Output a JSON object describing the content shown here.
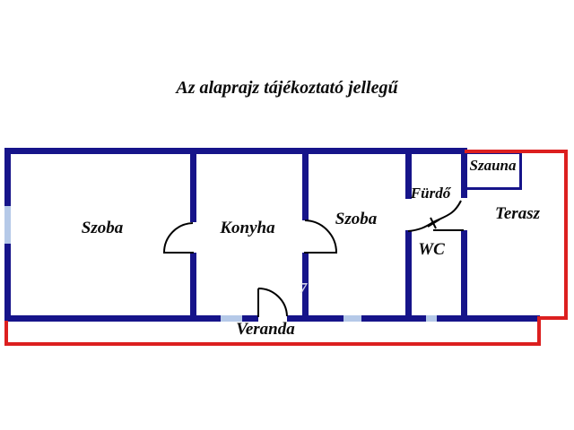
{
  "title": "Az alaprajz tájékoztató jellegű",
  "rooms": {
    "szoba_left": "Szoba",
    "konyha": "Konyha",
    "szoba_right": "Szoba",
    "furdo": "Fürdő",
    "wc": "WC",
    "szauna": "Szauna",
    "terasz": "Terasz",
    "veranda": "Veranda"
  },
  "watermark": "7",
  "colors": {
    "wall_navy": "#16148a",
    "outline_red": "#dc1f1f",
    "window_blue": "#b5c9e8",
    "door_black": "#000000"
  }
}
